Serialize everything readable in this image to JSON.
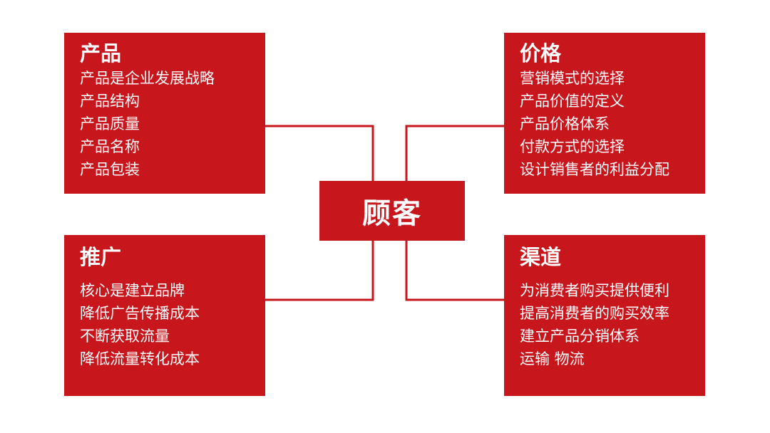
{
  "colors": {
    "accent": "#c8161d",
    "text_on_accent": "#ffffff",
    "background": "#ffffff"
  },
  "center": {
    "label": "顾客"
  },
  "boxes": {
    "product": {
      "title": "产品",
      "items": [
        "产品是企业发展战略",
        "产品结构",
        "产品质量",
        "产品名称",
        "产品包装"
      ]
    },
    "price": {
      "title": "价格",
      "items": [
        "营销模式的选择",
        "产品价值的定义",
        "产品价格体系",
        "付款方式的选择",
        "设计销售者的利益分配"
      ]
    },
    "promotion": {
      "title": "推广",
      "items": [
        "核心是建立品牌",
        "降低广告传播成本",
        "不断获取流量",
        "降低流量转化成本"
      ]
    },
    "channel": {
      "title": "渠道",
      "items": [
        "为消费者购买提供便利",
        "提高消费者的购买效率",
        "建立产品分销体系",
        "运输 物流"
      ]
    }
  }
}
